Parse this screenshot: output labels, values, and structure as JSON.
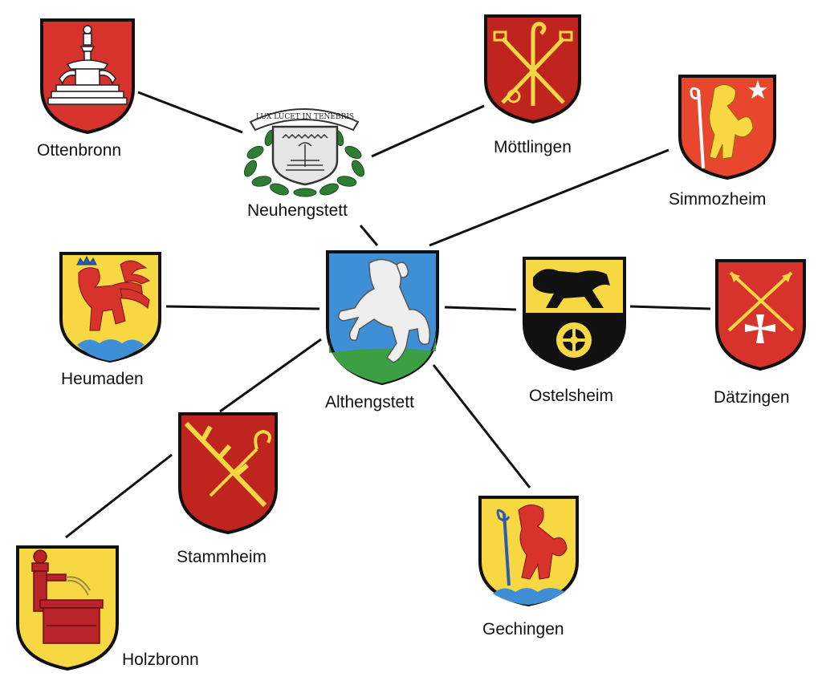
{
  "center": "Althengstett",
  "places": {
    "ottenbronn": "Ottenbronn",
    "neuhengstett": "Neuhengstett",
    "moettlingen": "Möttlingen",
    "simmozheim": "Simmozheim",
    "heumaden": "Heumaden",
    "althengstett": "Althengstett",
    "ostelsheim": "Ostelsheim",
    "daetzingen": "Dätzingen",
    "stammheim": "Stammheim",
    "gechingen": "Gechingen",
    "holzbronn": "Holzbronn"
  },
  "banner_motto": "LUX LUCET IN TENEBRIS",
  "connections": [
    [
      "ottenbronn",
      "neuhengstett"
    ],
    [
      "neuhengstett",
      "moettlingen"
    ],
    [
      "neuhengstett",
      "althengstett"
    ],
    [
      "simmozheim",
      "althengstett"
    ],
    [
      "heumaden",
      "althengstett"
    ],
    [
      "althengstett",
      "ostelsheim"
    ],
    [
      "ostelsheim",
      "daetzingen"
    ],
    [
      "althengstett",
      "stammheim"
    ],
    [
      "stammheim",
      "holzbronn"
    ],
    [
      "althengstett",
      "gechingen"
    ]
  ],
  "colors": {
    "red": "#d8322d",
    "dark_red": "#c0241f",
    "orange_red": "#e8472e",
    "yellow": "#f7d842",
    "blue": "#3f8fd6",
    "green": "#3aa043",
    "black": "#111111",
    "white": "#ffffff",
    "leaf_green": "#2f7d32"
  },
  "icons": {
    "ottenbronn": "fountain-icon",
    "neuhengstett": "torch-cartouche-icon",
    "moettlingen": "crossed-keys-crozier-icon",
    "simmozheim": "lion-crozier-star-icon",
    "heumaden": "lion-crowned-icon",
    "althengstett": "rearing-horse-icon",
    "ostelsheim": "lion-wheel-icon",
    "daetzingen": "crossed-arrows-cross-icon",
    "stammheim": "branch-crozier-icon",
    "gechingen": "lion-crozier-icon",
    "holzbronn": "wooden-fountain-icon"
  }
}
